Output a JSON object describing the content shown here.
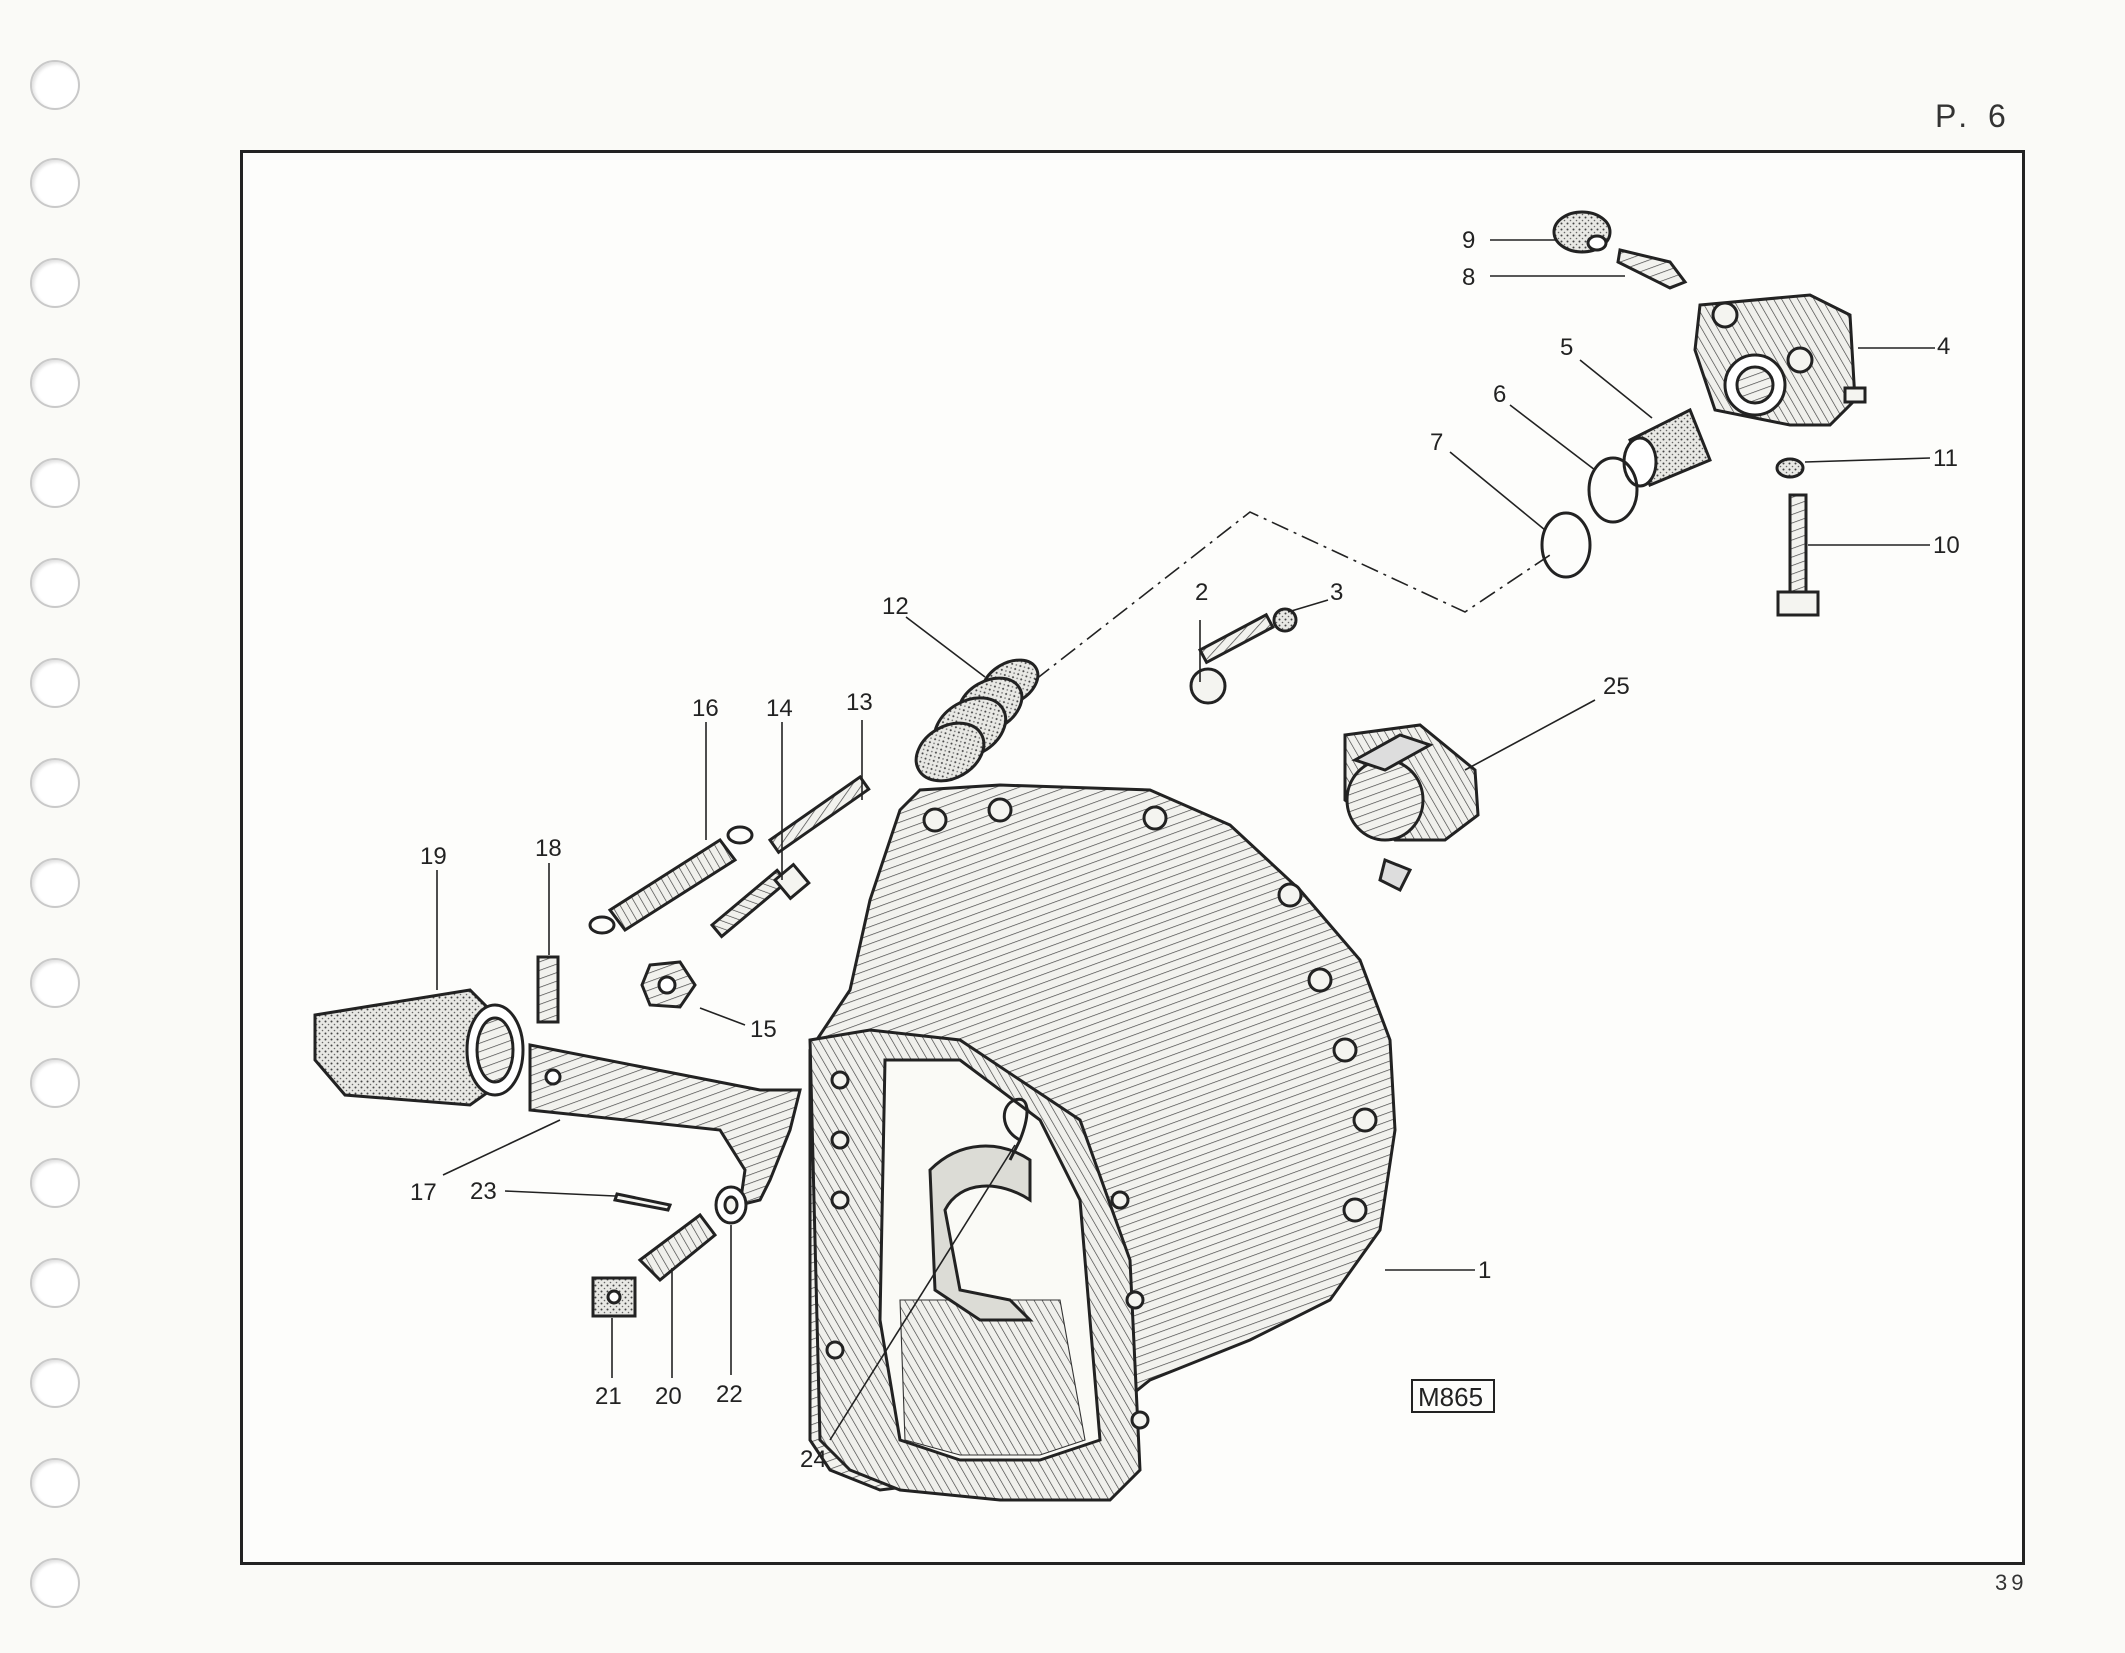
{
  "page_ref": "P. 6",
  "page_number": "39",
  "figure_ref": "M865",
  "callouts": [
    "1",
    "2",
    "3",
    "4",
    "5",
    "6",
    "7",
    "8",
    "9",
    "10",
    "11",
    "12",
    "13",
    "14",
    "15",
    "16",
    "17",
    "18",
    "19",
    "20",
    "21",
    "22",
    "23",
    "24",
    "25"
  ]
}
